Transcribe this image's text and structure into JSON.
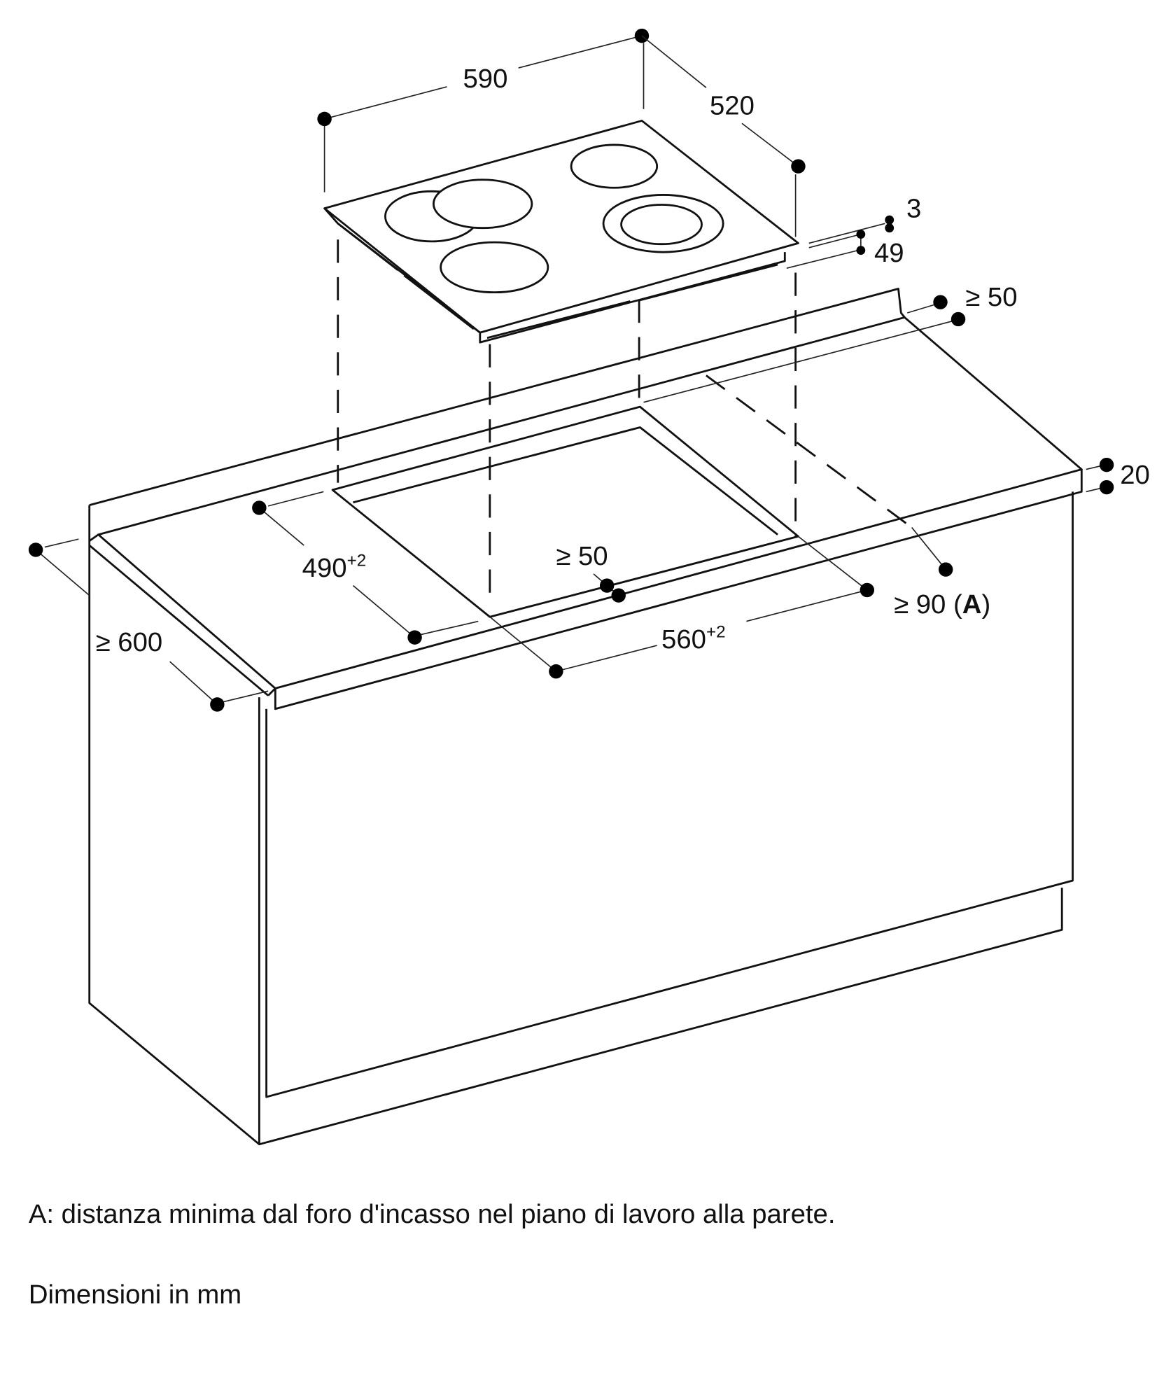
{
  "dimensions": {
    "hob_width": "590",
    "hob_depth": "520",
    "glass_thickness": "3",
    "hob_height": "49",
    "rear_clearance": "≥ 50",
    "worktop_thickness": "20",
    "cutout_depth": "490",
    "cutout_depth_tol": "+2",
    "cutout_width": "560",
    "cutout_width_tol": "+2",
    "front_clearance": "≥ 50",
    "wall_clearance": "≥ 90",
    "wall_clearance_ref": "A",
    "worktop_depth": "≥ 600"
  },
  "footnotes": {
    "legend_a": "A: distanza minima dal foro d'incasso nel piano di lavoro alla parete.",
    "units": "Dimensioni in mm"
  }
}
